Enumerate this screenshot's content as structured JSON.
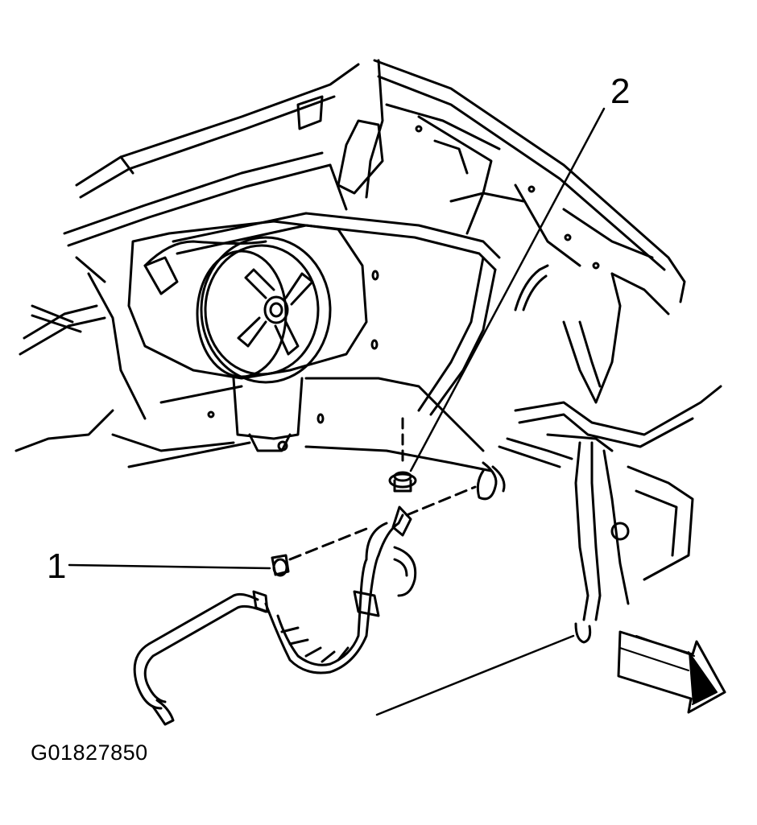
{
  "diagram": {
    "callouts": [
      {
        "number": "1"
      },
      {
        "number": "2"
      }
    ],
    "figure_id": "G01827850",
    "colors": {
      "ink": "#000000",
      "paper": "#ffffff"
    },
    "icons": [
      "direction-arrow-icon"
    ]
  }
}
